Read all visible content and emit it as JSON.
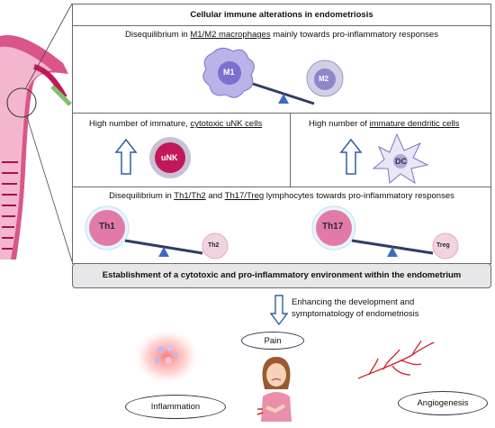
{
  "panel_title": "Cellular immune alterations in endometriosis",
  "macrophage_row": {
    "text_pre": "Disequilibrium in ",
    "text_u": "M1/M2 macrophages",
    "text_post": " mainly towards pro-inflammatory responses",
    "m1_label": "M1",
    "m2_label": "M2"
  },
  "unk_row": {
    "text_pre": "High number of immature, ",
    "text_u": "cytotoxic uNK cells",
    "cell_label": "uNK"
  },
  "dc_row": {
    "text_pre": "High number of ",
    "text_u": "immature dendritic cells",
    "cell_label": "DC"
  },
  "lymph_row": {
    "text_pre": "Disequilibrium in ",
    "text_u1": "Th1/Th2",
    "text_mid": " and ",
    "text_u2": "Th17/Treg",
    "text_post": " lymphocytes towards pro-inflammatory responses",
    "th1_label": "Th1",
    "th2_label": "Th2",
    "th17_label": "Th17",
    "treg_label": "Treg"
  },
  "bottom_box_text": "Establishment of a cytotoxic and pro-inflammatory environment within the endometrium",
  "consequence": {
    "line1": "Enhancing the development and",
    "line2": "symptomatology of endometriosis"
  },
  "outcomes": {
    "pain": "Pain",
    "inflammation": "Inflammation",
    "angiogenesis": "Angiogenesis"
  },
  "colors": {
    "arrow_blue": "#2e5e9e",
    "seesaw_blue": "#2c3e66",
    "macrophage_purple": "#9b93dd",
    "th_pink": "#e27aa8",
    "uterus_red": "#c2185b",
    "box_gray": "#e7e7e9"
  }
}
